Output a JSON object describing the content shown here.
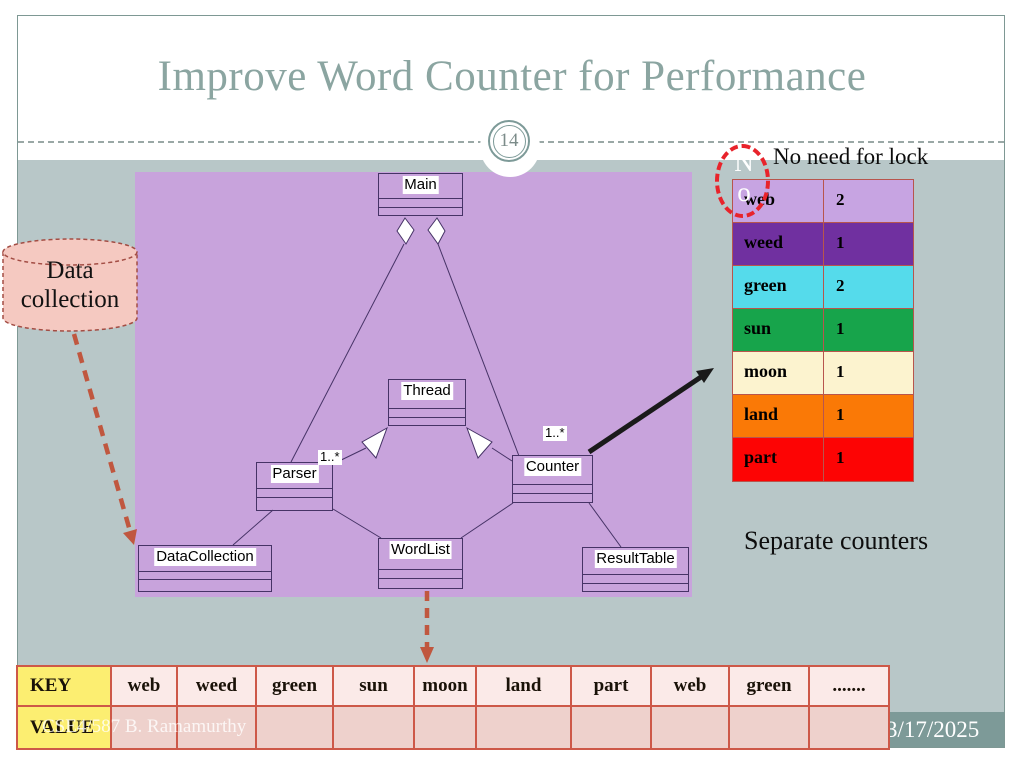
{
  "slide": {
    "title": "Improve Word Counter for Performance",
    "page_number": "14",
    "footer": "CSE4/587 B. Ramamurthy",
    "date": "3/17/2025"
  },
  "annotations": {
    "no_need_for_lock": "No need for lock",
    "no_line1": "N",
    "no_line2": "o",
    "separate_counters": "Separate counters",
    "data_collection_line1": "Data",
    "data_collection_line2": "collection"
  },
  "uml": {
    "classes": [
      "Main",
      "Thread",
      "Parser",
      "Counter",
      "DataCollection",
      "WordList",
      "ResultTable"
    ],
    "multiplicity_parser": "1..*",
    "multiplicity_counter": "1..*"
  },
  "word_table": {
    "rows": [
      {
        "word": "web",
        "count": "2",
        "color": "#c7a4e2"
      },
      {
        "word": "weed",
        "count": "1",
        "color": "#7030a0"
      },
      {
        "word": "green",
        "count": "2",
        "color": "#55dbeb"
      },
      {
        "word": "sun",
        "count": "1",
        "color": "#17a44b"
      },
      {
        "word": "moon",
        "count": "1",
        "color": "#fcf3cf"
      },
      {
        "word": "land",
        "count": "1",
        "color": "#fa7906"
      },
      {
        "word": "part",
        "count": "1",
        "color": "#fd0404"
      }
    ]
  },
  "kv_table": {
    "key_label": "KEY",
    "value_label": "VALUE",
    "keys": [
      "web",
      "weed",
      "green",
      "sun",
      "moon",
      "land",
      "part",
      "web",
      "green",
      "......."
    ],
    "values": [
      "",
      "",
      "",
      "",
      "",
      "",
      "",
      "",
      "",
      ""
    ]
  },
  "theme": {
    "title_color": "#8ba5a1",
    "content_bg": "#b8c7c8",
    "diagram_bg": "#c8a3dc",
    "table_border": "#cd5848",
    "key_cell_bg": "#fcee71",
    "callout_fill": "#f5c9c1",
    "arrow_color": "#c0573f",
    "circle_color": "#e8232b"
  }
}
